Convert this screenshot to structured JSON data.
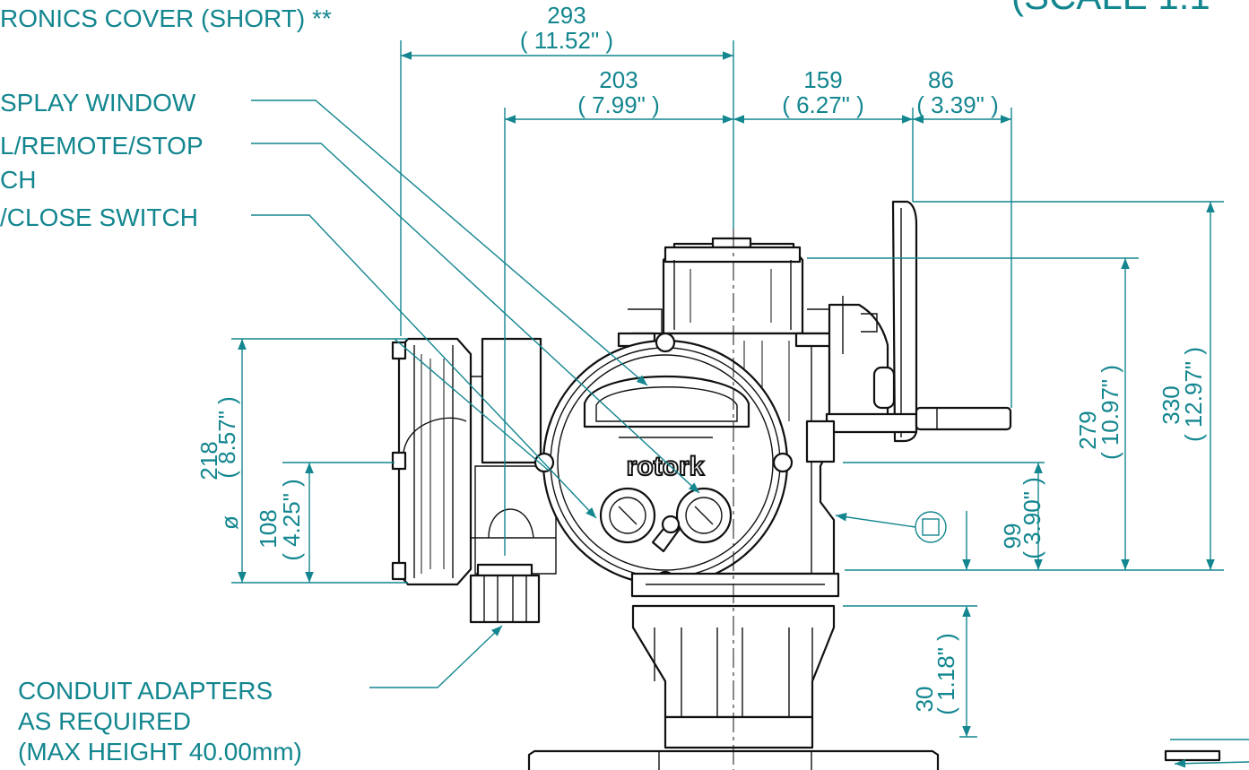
{
  "colors": {
    "annotation": "#13868f",
    "outline": "#111111",
    "background": "#ffffff"
  },
  "callouts": {
    "cover": "RONICS COVER (SHORT) **",
    "display_window": "SPLAY WINDOW",
    "local_remote_line1": "L/REMOTE/STOP",
    "local_remote_line2": "CH",
    "open_close": "/CLOSE SWITCH",
    "conduit_line1": "CONDUIT ADAPTERS",
    "conduit_line2": "AS REQUIRED",
    "conduit_line3": "(MAX HEIGHT 40.00mm)",
    "scale": "(SCALE 1:1"
  },
  "logo_text": "rotork",
  "dimensions": {
    "d293": {
      "mm": "293",
      "inch": "( 11.52\" )"
    },
    "d203": {
      "mm": "203",
      "inch": "( 7.99\" )"
    },
    "d159": {
      "mm": "159",
      "inch": "( 6.27\" )"
    },
    "d86": {
      "mm": "86",
      "inch": "( 3.39\" )"
    },
    "d218": {
      "mm": "218",
      "inch": "( 8.57\" )"
    },
    "d108": {
      "mm": "108",
      "inch": "( 4.25\" )",
      "prefix": "ø"
    },
    "d279": {
      "mm": "279",
      "inch": "( 10.97\" )"
    },
    "d330": {
      "mm": "330",
      "inch": "( 12.97\" )"
    },
    "d99": {
      "mm": "99",
      "inch": "( 3.90\" )"
    },
    "d30": {
      "mm": "30",
      "inch": "( 1.18\" )"
    }
  }
}
